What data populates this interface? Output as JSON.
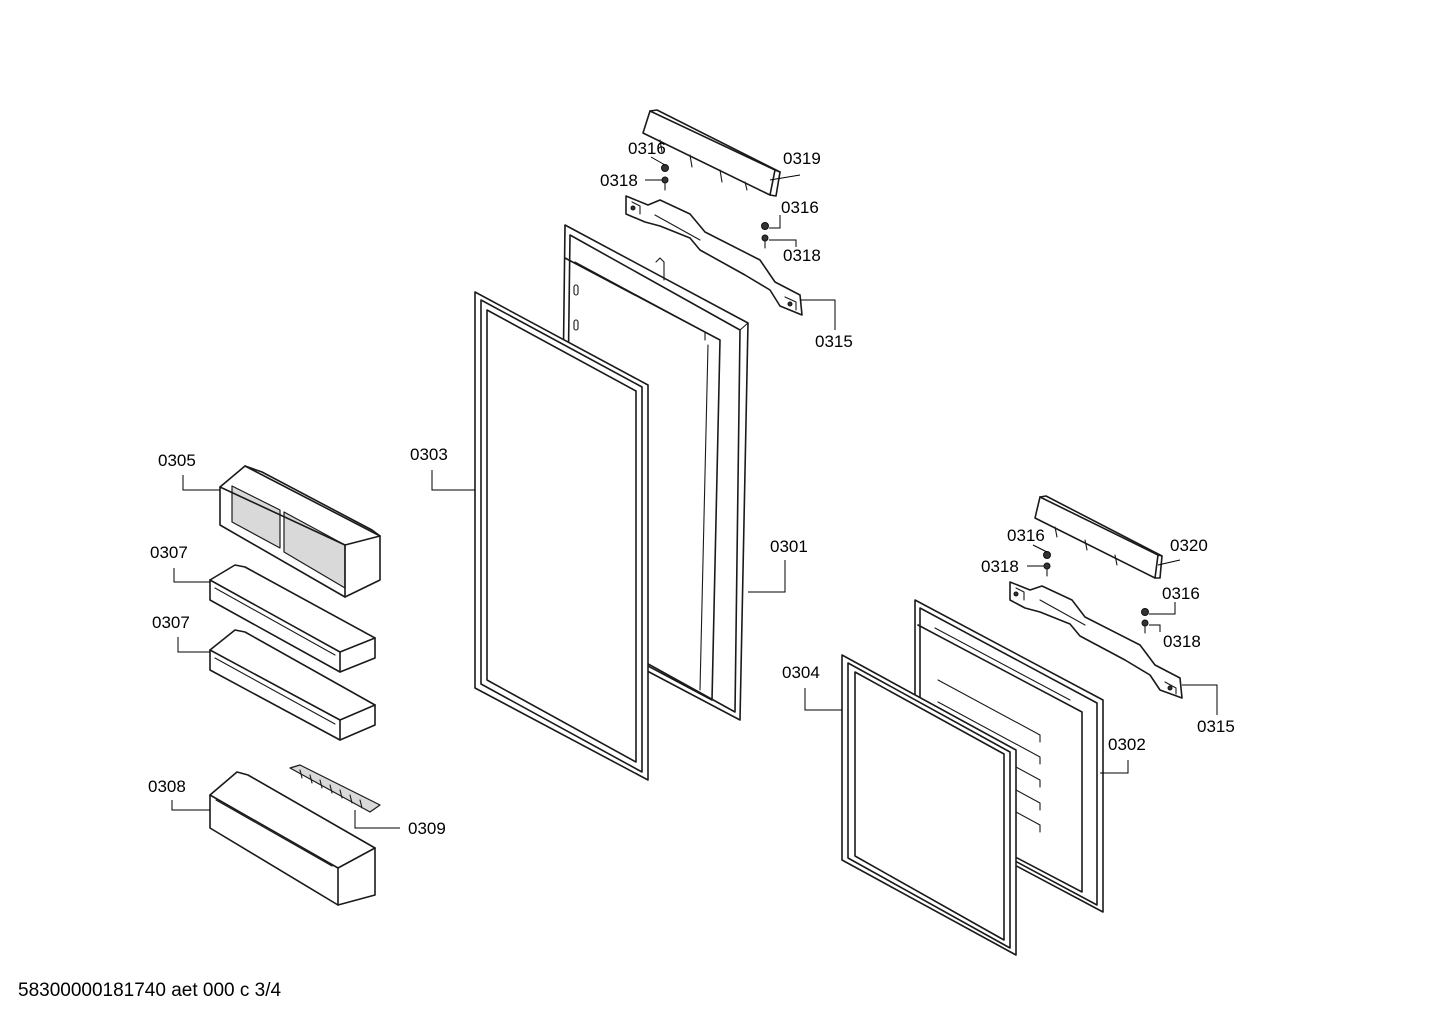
{
  "labels": {
    "p0301": "0301",
    "p0302": "0302",
    "p0303": "0303",
    "p0304": "0304",
    "p0305": "0305",
    "p0307a": "0307",
    "p0307b": "0307",
    "p0308": "0308",
    "p0309": "0309",
    "p0315a": "0315",
    "p0315b": "0315",
    "p0316a": "0316",
    "p0316b": "0316",
    "p0316c": "0316",
    "p0316d": "0316",
    "p0318a": "0318",
    "p0318b": "0318",
    "p0318c": "0318",
    "p0318d": "0318",
    "p0319": "0319",
    "p0320": "0320"
  },
  "footer": "58300000181740 aet 000 c 3/4"
}
